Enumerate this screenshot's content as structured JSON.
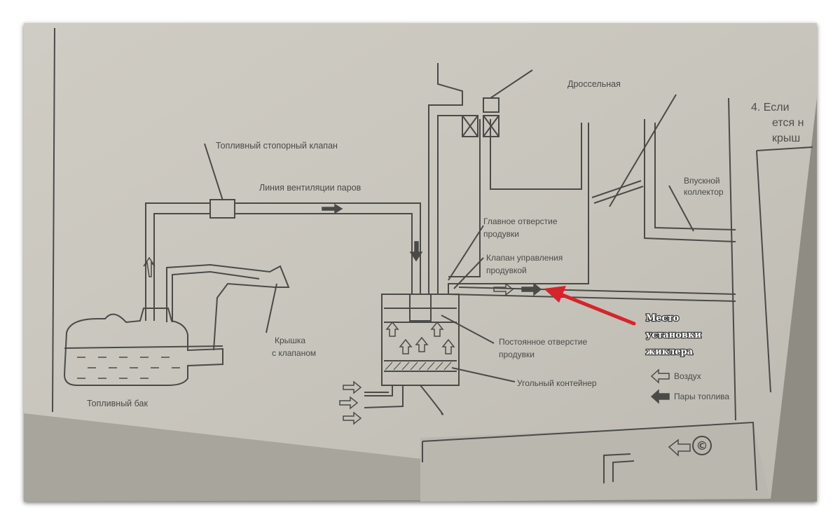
{
  "diagram": {
    "labels": {
      "fuel_shutoff_valve": "Топливный стопорный клапан",
      "vapor_vent_line": "Линия вентиляции паров",
      "throttle": "Дроссельная",
      "intake_manifold_1": "Впускной",
      "intake_manifold_2": "коллектор",
      "main_purge_port_1": "Главное отверстие",
      "main_purge_port_2": "продувки",
      "purge_control_valve_1": "Клапан управления",
      "purge_control_valve_2": "продувкой",
      "cap_with_valve_1": "Крышка",
      "cap_with_valve_2": "с клапаном",
      "constant_purge_port_1": "Постоянное отверстие",
      "constant_purge_port_2": "продувки",
      "carbon_canister": "Угольный контейнер",
      "fuel_tank": "Топливный бак"
    },
    "annotation": {
      "line1": "Место",
      "line2": "установки",
      "line3": "жиклера",
      "color": "#d6242a"
    },
    "legend": {
      "air": "Воздух",
      "fuel_vapor": "Пары топлива"
    },
    "side_text": {
      "line1": "4. Если",
      "line2": "ется н",
      "line3": "крыш"
    },
    "copyright_symbol": "©"
  },
  "colors": {
    "paper": "#c9c6bd",
    "ink": "#4a4a48",
    "frame": "#8f8c83",
    "accent": "#d6242a"
  }
}
